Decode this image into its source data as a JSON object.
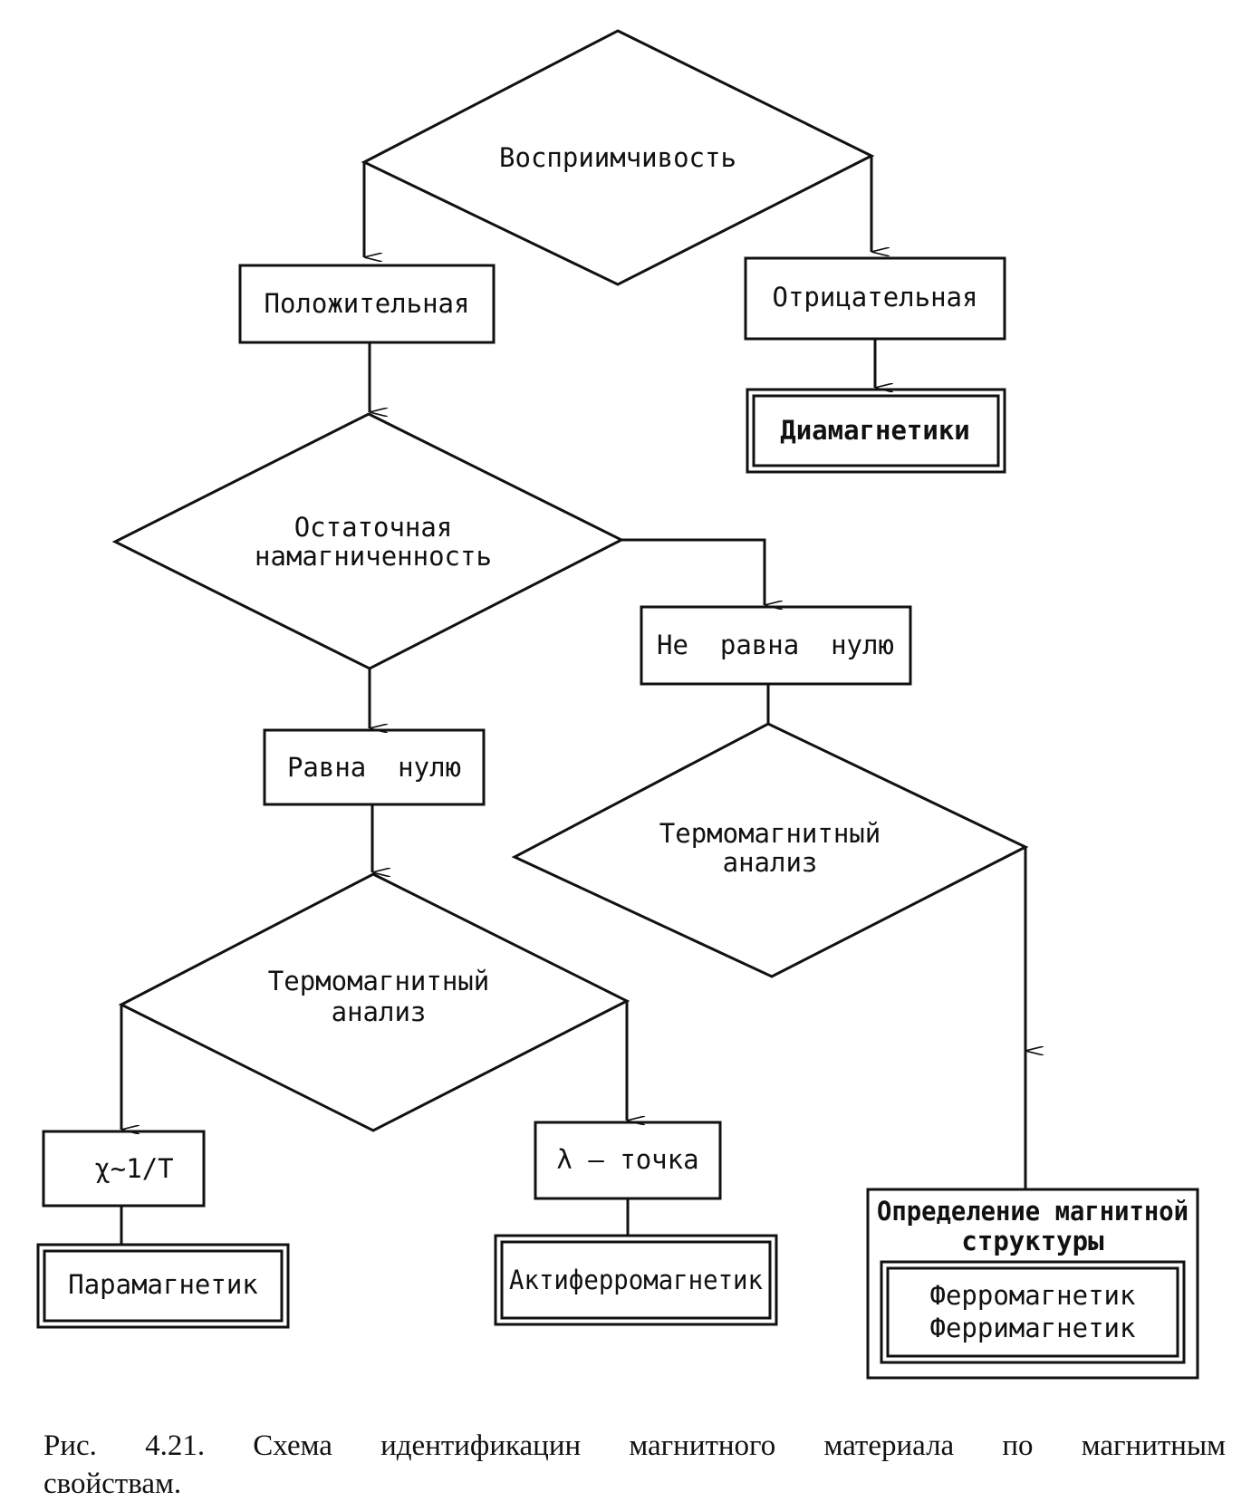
{
  "nodes": {
    "d1": "Восприимчивость",
    "positive": "Положительная",
    "negative": "Отрицательная",
    "diamagnetics": "Диамагнетики",
    "d2": [
      "Остаточная",
      "намагниченность"
    ],
    "not_zero": "Не  равна  нулю",
    "zero": "Равна  нулю",
    "d3": [
      "Термомагнитный",
      "анализ"
    ],
    "d4": [
      "Термомагнитный",
      "анализ"
    ],
    "chi": "χ~1/T",
    "lambda": "λ – точка",
    "paramagnetic": "Парамагнетик",
    "antiferro": "Актиферромагнетик",
    "structure": [
      "Определение магнитной",
      "структуры"
    ],
    "ferro": [
      "Ферромагнетик",
      "Ферримагнетик"
    ]
  },
  "caption": {
    "line1": "Рис. 4.21.   Схема   идентификацин   магнитного   материала   по   магнитным",
    "line2": "свойствам."
  }
}
